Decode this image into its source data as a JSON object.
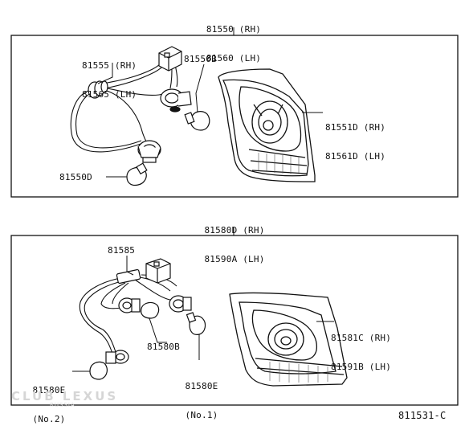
{
  "top_assembly": {
    "line1": "81550 (RH)",
    "line2": "81560 (LH)"
  },
  "top_parts": {
    "socket_wire": {
      "line1": "81555 (RH)",
      "line2": "81565 (LH)"
    },
    "bulb_upper": "81550B",
    "lens": {
      "line1": "81551D (RH)",
      "line2": "81561D (LH)"
    },
    "bulb_lower": "81550D"
  },
  "bottom_assembly": {
    "line1": "81580D (RH)",
    "line2": "81590A (LH)"
  },
  "bottom_parts": {
    "socket_wire": "81585",
    "bulb_mid": "81580B",
    "lens": {
      "line1": "81581C (RH)",
      "line2": "81591B (LH)"
    },
    "bulb_no2": {
      "line1": "81580E",
      "line2": "(No.2)"
    },
    "bulb_no1": {
      "line1": "81580E",
      "line2": "(No.1)"
    }
  },
  "watermark": {
    "main": "CLUB LEXUS",
    "sub": "RUSSIA"
  },
  "figure_code": "811531-C"
}
